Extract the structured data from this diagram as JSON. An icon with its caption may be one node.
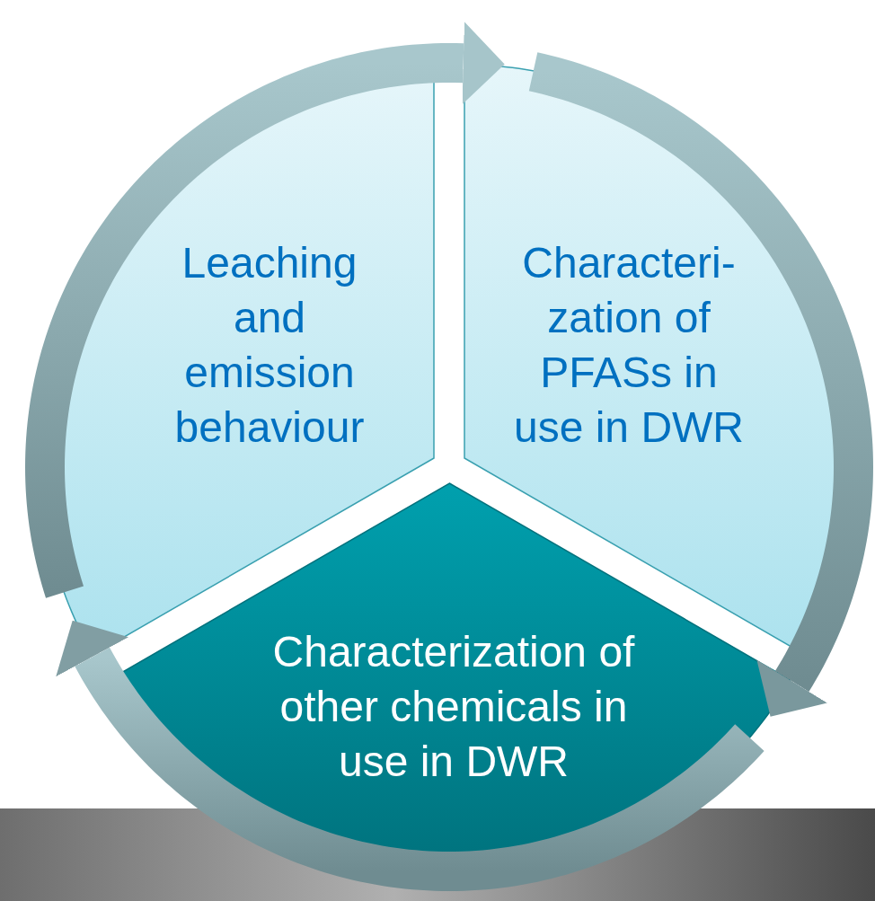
{
  "diagram": {
    "nodes": [
      {
        "text": [
          "Leaching and emission behaviour"
        ]
      },
      {
        "text": [
          "Characteri- zation of PFASs in use in DWR"
        ]
      },
      {
        "text": [
          "Characterization of other chemicals in use in DWR"
        ]
      }
    ],
    "edges": [
      {
        "from": 0,
        "to": 1,
        "arrow": "to"
      },
      {
        "from": 1,
        "to": 2,
        "arrow": "to"
      },
      {
        "from": 2,
        "to": 0,
        "arrow": "to"
      }
    ]
  }
}
